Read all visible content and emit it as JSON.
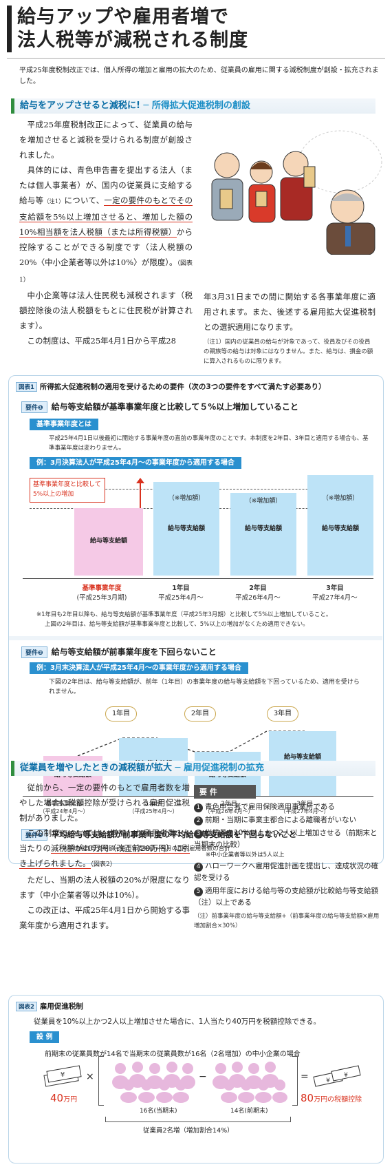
{
  "title_lines": [
    "給与アップや雇用者増で",
    "法人税等が減税される制度"
  ],
  "intro": "平成25年度税制改正では、個人所得の増加と雇用の拡大のため、従業員の雇用に関する減税制度が創設・拡充されました。",
  "section1": {
    "heading_main": "給与をアップさせると減税に!",
    "heading_sub": "─ 所得拡大促進税制の創設",
    "p1": "平成25年度税制改正によって、従業員の給与を増加させると減税を受けられる制度が創設されました。",
    "p2a": "具体的には、青色申告書を提出する法人（または個人事業者）が、国内の従業員に支給する給与等",
    "p2_note_mark": "（注1）",
    "p2b": "について、",
    "p2_underlined": "一定の要件のもとでその支給額を5%以上増加させると、増加した額の10%相当額を法人税額（または所得税額）",
    "p2c": "から控除することができる制度です（法人税額の20%〈中小企業者等以外は10%〉が限度）。",
    "p2_fig_ref": "（図表1）",
    "p3": "中小企業等は法人住民税も減税されます（税額控除後の法人税額をもとに住民税が計算されます）。",
    "p4a": "この制度は、平成25年4月1日から平成28",
    "p4b": "年3月31日までの間に開始する各事業年度に適用されます。また、後述する雇用拡大促進税制との選択適用になります。",
    "note1": "（注1）国内の従業員の給与が対象であって、役員及びその役員の親族等の給与は対象にはなりません。また、給与は、損金の額に算入されるものに限ります。"
  },
  "figure1": {
    "tag": "図表1",
    "title": "所得拡大促進税制の適用を受けるための要件（次の3つの要件をすべて満たす必要あり）",
    "req1_tag": "要件❶",
    "req1": "給与等支給額が基準事業年度と比較して５%以上増加していること",
    "kijun_head": "基準事業年度とは",
    "kijun_text": "平成25年4月1日以後最初に開始する事業年度の直前の事業年度のことです。本制度を2年目、3年目と適用する場合も、基準事業年度は変わりません。",
    "example1": "例：3月決算法人が平成25年4月〜の事業年度から適用する場合",
    "callout": "基準事業年度と比較して5%以上の増加",
    "zoka_label": "（※増加額）",
    "bar_label": "給与等支給額",
    "x1": [
      {
        "name": "基準事業年度",
        "sub": "(平成25年3月期)"
      },
      {
        "name": "1年目",
        "sub": "平成25年4月〜"
      },
      {
        "name": "2年目",
        "sub": "平成26年4月〜"
      },
      {
        "name": "3年目",
        "sub": "平成27年4月〜"
      }
    ],
    "note1": "※1年目も2年目以降も、給与等支給額が基準事業年度（平成25年3月期）と比較して5%以上増加していること。",
    "note2": "上図の2年目は、給与等支給額が基準事業年度と比較して、5%以上の増加がなくため適用できない。",
    "req2_tag": "要件❷",
    "req2": "給与等支給額が前事業年度を下回らないこと",
    "example2": "例：3月末決算法人が平成25年4月〜の事業年度から適用する場合",
    "req2_text": "下図の2年目は、給与等支給額が、前年（1年目）の事業年度の給与等支給額を下回っているため、適用を受けられません。",
    "year_badges": [
      "1年目",
      "2年目",
      "3年目"
    ],
    "x2": [
      {
        "name": "基準事業年度",
        "sub": "（平成24年4月〜）"
      },
      {
        "name": "1年目",
        "sub": "（平成25年4月〜）"
      },
      {
        "name": "2年目",
        "sub": "（平成26年4月〜）"
      },
      {
        "name": "3年目",
        "sub": "（平成27年4月〜）"
      }
    ],
    "req3_tag": "要件❸",
    "req3": "平均給与等支給額が前事業年度の平均給与等支給額を下回らないこと",
    "req3_note": "※平均給与等支給額＝給与等支給額÷各月の国内雇用者数の合計"
  },
  "section2": {
    "heading_main": "従業員を増やしたときの減税額が拡大",
    "heading_sub": "─ 雇用促進税制の拡充",
    "p1": "従前から、一定の要件のもとで雇用者数を増やした場合に税額控除が受けられる雇用促進税制がありました。",
    "p2a": "この制度については、増加した雇用者数1人当たりの",
    "p2_underlined": "減税額が40万円（改正前20万円）に引き上げられました。",
    "p2_fig_ref": "（図表2）",
    "p3": "ただし、当期の法人税額の20%が限度になります（中小企業者等以外は10%）。",
    "p4": "この改正は、平成25年4月1日から開始する事業年度から適用されます。",
    "req_head": "要 件",
    "reqs": [
      {
        "num": "1",
        "text": "青色申告者で雇用保険適用事業所である"
      },
      {
        "num": "2",
        "text": "前期・当期に事業主都合による離職者がいない"
      },
      {
        "num": "3",
        "text": "従業員を10%以上かつ2人以上増加させる（前期末と当期末の比較）",
        "sub": "※中小企業者等以外は5人以上"
      },
      {
        "num": "4",
        "text": "ハローワークへ雇用促進計画を提出し、達成状況の確認を受ける"
      },
      {
        "num": "5",
        "text": "適用年度における給与等の支給額が比較給与等支給額（注）以上である"
      }
    ],
    "req_note": "（注）前事業年度の給与等支給額+（前事業年度の給与等支給額×雇用増加割合×30%）"
  },
  "figure2": {
    "tag": "図表2",
    "title": "雇用促進税制",
    "text": "従業員を10%以上かつ2人以上増加させた場合に、1人当たり40万円を税額控除できる。",
    "example_tag": "設 例",
    "example_text": "前期末の従業員数が14名で当期末の従業員数が16名（2名増加）の中小企業の場合",
    "left_amount": "40",
    "left_unit": "万円",
    "times": "×",
    "minus": "−",
    "equals": "=",
    "group1": "16名",
    "group1_sub": "(当期末)",
    "group2": "14名",
    "group2_sub": "(前期末)",
    "increase": "従業員2名増（増加割合14%）",
    "right_amount": "80",
    "right_unit": "万円の税額控除"
  },
  "colors": {
    "accent_blue": "#2a90cf",
    "light_blue_bar": "#bde3f7",
    "pink_bar": "#f5c9e6",
    "red": "#d9311e",
    "green": "#2f8d3e"
  }
}
